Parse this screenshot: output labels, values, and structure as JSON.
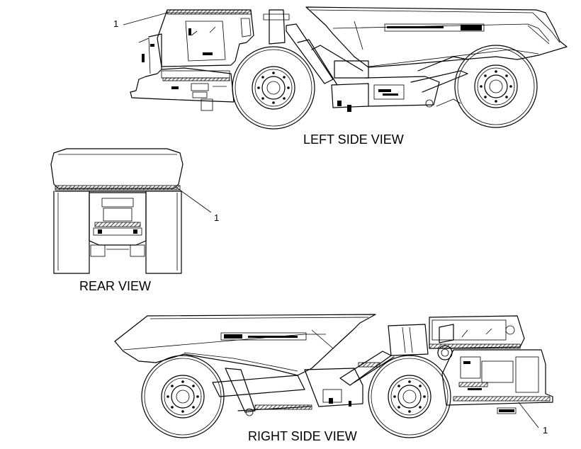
{
  "views": {
    "left_side": {
      "caption": "LEFT SIDE VIEW",
      "callout": "1"
    },
    "rear": {
      "caption": "REAR VIEW",
      "callout": "1"
    },
    "right_side": {
      "caption": "RIGHT SIDE VIEW",
      "callout": "1"
    }
  },
  "colors": {
    "line": "#000000",
    "background": "#ffffff"
  }
}
